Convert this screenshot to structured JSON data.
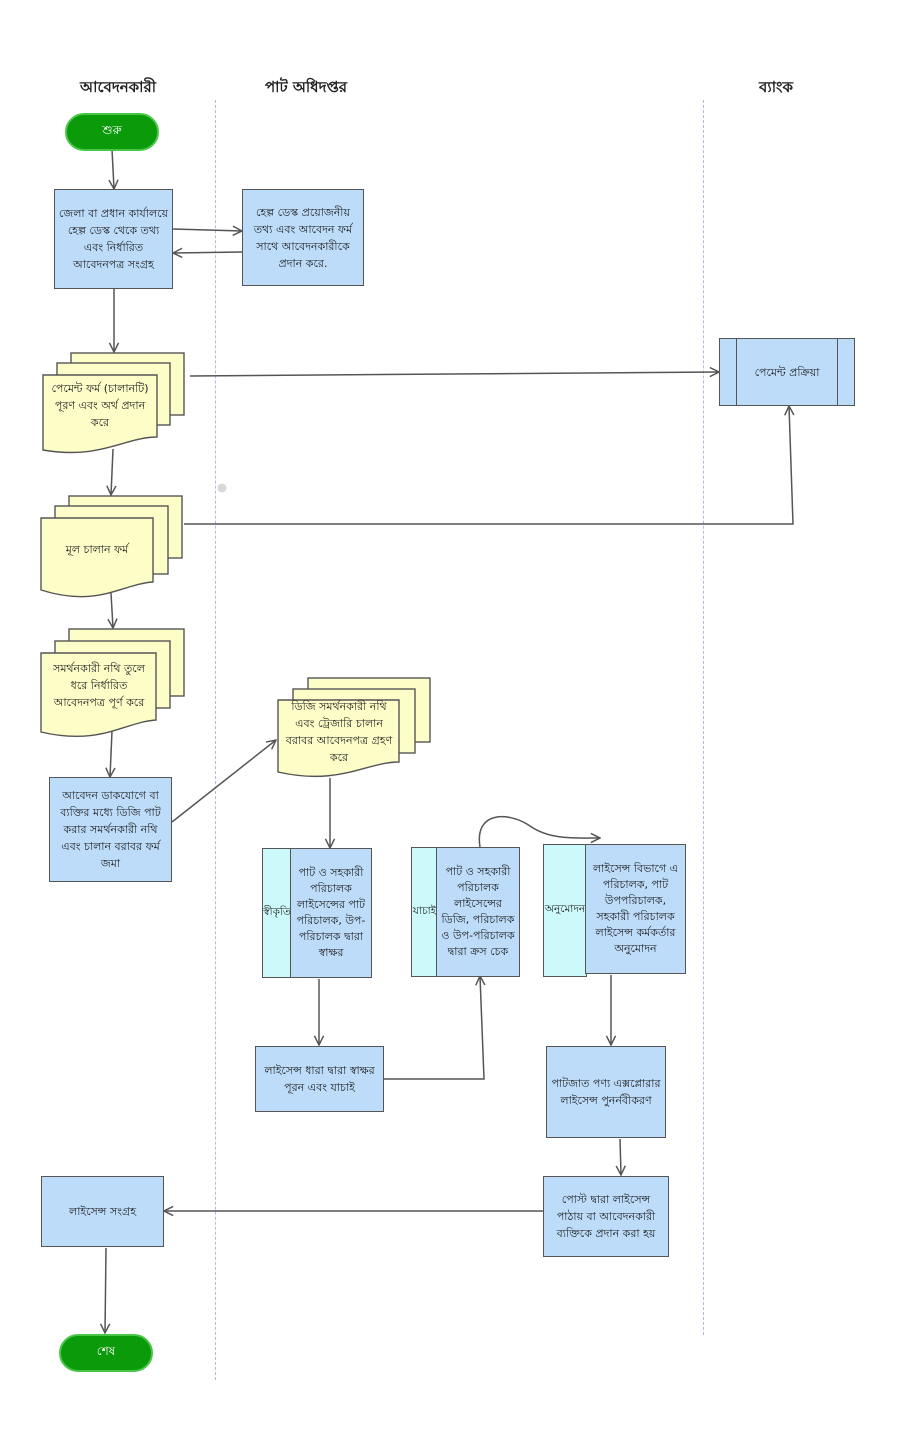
{
  "lanes": {
    "applicant": "আবেদনকারী",
    "jute_department": "পাট অধিদপ্তর",
    "bank": "ব্যাংক"
  },
  "nodes": {
    "start": "শুরু",
    "collect_forms": "জেলা বা প্রধান কার্যালয়ে হেল্প ডেস্ক থেকে তথ্য এবং নির্ধারিত আবেদনপত্র সংগ্রহ",
    "help_desk": "হেল্প ডেস্ক প্রয়োজনীয় তথ্য এবং আবেদন ফর্ম সাথে আবেদনকারীকে প্রদান করে.",
    "payment_form": "পেমেন্ট ফর্ম (চালানটি) পূরণ এবং অর্থ প্রদান করে",
    "payment_process": "পেমেন্ট প্রক্রিয়া",
    "original_challan": "মূল চালান ফর্ম",
    "fill_application": "সমর্থনকারী নথি তুলে ধরে নির্ধারিত আবেদনপত্র পূর্ণ করে",
    "submit_application": "আবেদন ডাকযোগে বা ব্যক্তির মধ্যে ডিজি পাট করার সমর্থনকারী নথি এবং চালান বরাবর ফর্ম জমা",
    "dg_receives": "ডিজি সমর্থনকারী নথি এবং ট্রেজারি চালান বরাবর আবেদনপত্র গ্রহণ করে",
    "sign_tag": "স্বীকৃতি",
    "sign_text": "পাট ও সহকারী পরিচালক লাইসেন্সের পাট পরিচালক, উপ-পরিচালক দ্বারা স্বাক্ষর",
    "verify_tag": "যাচাই",
    "verify_text": "পাট ও সহকারী পরিচালক লাইসেন্সের ডিজি, পরিচালক ও উপ-পরিচালক দ্বারা ক্রস চেক",
    "approve_tag": "অনুমোদন",
    "approve_text": "লাইসেন্স বিভাগে এ পরিচালক, পাট উপপরিচালক, সহকারী পরিচালক লাইসেন্স কর্মকর্তার অনুমোদন",
    "license_sign_verify": "লাইসেন্স ধারা দ্বারা স্বাক্ষর পূরন এবং যাচাই",
    "renewal": "পাটজাত পণ্য এক্সপ্লোরার লাইসেন্স পুনর্নবীকরণ",
    "send_license": "পোস্ট দ্বারা লাইসেন্স পাঠায় বা আবেদনকারী ব্যক্তিকে প্রদান করা হয়",
    "collect_license": "লাইসেন্স সংগ্রহ",
    "end": "শেষ"
  },
  "colors": {
    "process": "#bcdcfa",
    "document": "#fdfdc8",
    "tag": "#ccfafa",
    "terminal": "#0a9a0a",
    "lane_divider": "#b8b8dc"
  }
}
